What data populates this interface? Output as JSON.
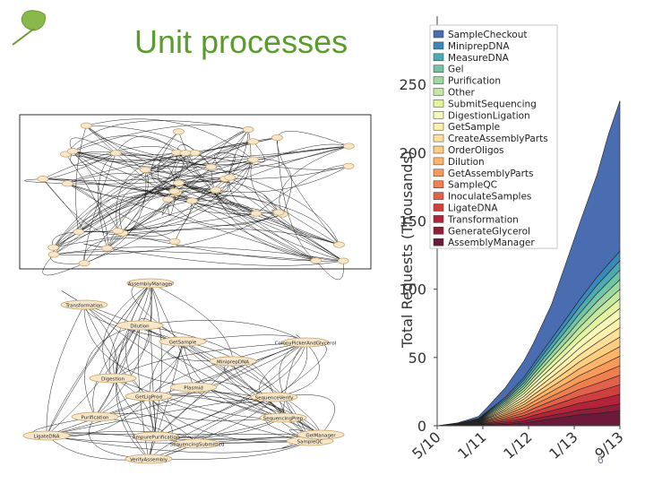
{
  "slide": {
    "title": "Unit processes",
    "page_number": "6"
  },
  "colors": {
    "title": "#5c9b2e",
    "leaf": "#8ab84a",
    "node_fill": "#f6e7cc",
    "node_stroke": "#c8a060"
  },
  "graph_labels": {
    "n1": "AssemblyManager",
    "n2": "Transformation",
    "n3": "Dilution",
    "n4": "GetSample",
    "n5": "ColonyPickerAndGlycerol",
    "n6": "MiniprepDNA",
    "n7": "Digestion",
    "n8": "Plasmid",
    "n9": "GetLigProd",
    "n10": "SequenceVerify",
    "n11": "Purification",
    "n12": "AmpurePurification",
    "n13": "SequencingSubmitted",
    "n14": "SampleQC",
    "n15": "LigateDNA",
    "n16": "VerifyAssembly",
    "n17": "GelManager",
    "n18": "SequencingPrep"
  },
  "chart_data": {
    "type": "area",
    "stacked": true,
    "ylabel": "Total Requests (Thousands)",
    "ylim": [
      0,
      300
    ],
    "yticks": [
      0,
      50,
      100,
      150,
      200,
      250
    ],
    "xticks": [
      "5/10",
      "1/11",
      "1/12",
      "1/13",
      "9/13"
    ],
    "x": [
      0,
      0.45,
      0.9,
      1.1,
      1.5,
      1.9,
      2.1,
      2.5,
      2.9,
      3.1,
      3.5,
      3.75,
      4
    ],
    "legend_position": "top-left",
    "series": [
      {
        "name": "AssemblyManager",
        "color": "#6b1a3a",
        "values": [
          0,
          0.1,
          0.2,
          0.5,
          1,
          2,
          3,
          5,
          7,
          8,
          9,
          10,
          11
        ]
      },
      {
        "name": "GenerateGlycerol",
        "color": "#8e1f3a",
        "values": [
          0,
          0.1,
          0.2,
          0.5,
          1,
          1.5,
          2,
          2.5,
          3,
          3.5,
          4,
          4.5,
          5
        ]
      },
      {
        "name": "Transformation",
        "color": "#b3233a",
        "values": [
          0,
          0.1,
          0.3,
          0.6,
          1.2,
          2,
          2.5,
          3.5,
          4.5,
          5,
          6,
          6.5,
          7
        ]
      },
      {
        "name": "LigateDNA",
        "color": "#cf3f3e",
        "values": [
          0,
          0.1,
          0.3,
          0.6,
          1.2,
          2,
          2.5,
          3.5,
          4.5,
          5,
          6,
          6.5,
          7
        ]
      },
      {
        "name": "InoculateSamples",
        "color": "#e2614a",
        "values": [
          0,
          0.1,
          0.3,
          0.6,
          1.2,
          2,
          2.5,
          3.5,
          4.5,
          5,
          6,
          6.5,
          7
        ]
      },
      {
        "name": "SampleQC",
        "color": "#f07f4f",
        "values": [
          0,
          0.1,
          0.3,
          0.6,
          1.2,
          2,
          2.5,
          3.5,
          4.5,
          5,
          6,
          6.5,
          7
        ]
      },
      {
        "name": "GetAssemblyParts",
        "color": "#f89a59",
        "values": [
          0,
          0.1,
          0.3,
          0.6,
          1.2,
          2,
          2.5,
          3.5,
          4.5,
          5,
          6,
          6.5,
          7
        ]
      },
      {
        "name": "Dilution",
        "color": "#fcb56a",
        "values": [
          0,
          0.1,
          0.3,
          0.6,
          1.2,
          2,
          2.5,
          3.5,
          4.5,
          5,
          6,
          6.5,
          7
        ]
      },
      {
        "name": "OrderOligos",
        "color": "#fdcd80",
        "values": [
          0,
          0.1,
          0.3,
          0.6,
          1.2,
          2,
          2.5,
          3.5,
          4.5,
          5,
          6,
          6.5,
          7
        ]
      },
      {
        "name": "CreateAssemblyParts",
        "color": "#fee099",
        "values": [
          0,
          0.1,
          0.3,
          0.6,
          1.2,
          2,
          2.5,
          3.5,
          4.5,
          5,
          6,
          6.5,
          7
        ]
      },
      {
        "name": "GetSample",
        "color": "#fef0ad",
        "values": [
          0,
          0.1,
          0.3,
          0.6,
          1.2,
          2,
          2.5,
          3.5,
          4.5,
          5,
          6,
          6.5,
          7
        ]
      },
      {
        "name": "DigestionLigation",
        "color": "#f6f9b7",
        "values": [
          0,
          0.1,
          0.3,
          0.6,
          1.2,
          2,
          2.5,
          3.5,
          4.5,
          5,
          6,
          6.5,
          7
        ]
      },
      {
        "name": "SubmitSequencing",
        "color": "#e4f4a2",
        "values": [
          0,
          0.1,
          0.3,
          0.6,
          1.2,
          2,
          2.5,
          3.5,
          4.5,
          5,
          6,
          6.5,
          7
        ]
      },
      {
        "name": "Other",
        "color": "#c5e8a0",
        "values": [
          0,
          0.1,
          0.3,
          0.6,
          1.2,
          2,
          2.5,
          3.5,
          4.5,
          5,
          6,
          6.5,
          7
        ]
      },
      {
        "name": "Purification",
        "color": "#9fd7a3",
        "values": [
          0,
          0.1,
          0.3,
          0.6,
          1.2,
          2,
          2.5,
          3.5,
          4.5,
          5,
          6,
          6.5,
          7
        ]
      },
      {
        "name": "Gel",
        "color": "#72c4a6",
        "values": [
          0,
          0.1,
          0.3,
          0.6,
          1.2,
          2,
          2.5,
          3.5,
          4.5,
          5,
          6,
          6.5,
          7
        ]
      },
      {
        "name": "MeasureDNA",
        "color": "#4ea9b2",
        "values": [
          0,
          0.1,
          0.3,
          0.6,
          1.2,
          2,
          2.5,
          3.5,
          4.5,
          5,
          6,
          6.5,
          7
        ]
      },
      {
        "name": "MiniprepDNA",
        "color": "#3b88ba",
        "values": [
          0,
          0.1,
          0.3,
          0.6,
          1.2,
          2,
          2.5,
          3.5,
          4.5,
          5,
          6,
          6.5,
          7
        ]
      },
      {
        "name": "SampleCheckout",
        "color": "#4a6cb0",
        "values": [
          0,
          0.3,
          1.5,
          3,
          7,
          12,
          15,
          25,
          45,
          55,
          75,
          95,
          110
        ]
      }
    ]
  }
}
